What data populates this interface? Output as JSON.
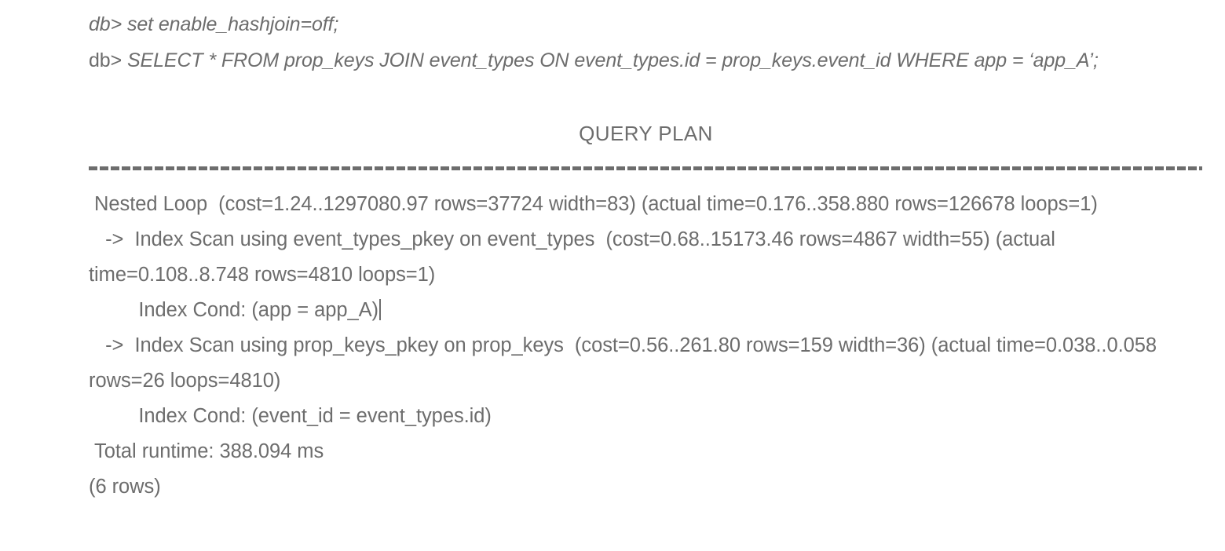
{
  "terminal": {
    "text_color": "#6d6d6d",
    "background_color": "#ffffff",
    "input_lines": [
      {
        "prompt": "db> ",
        "command": "set enable_hashjoin=off;"
      },
      {
        "prompt": "db> ",
        "command": "SELECT * FROM prop_keys JOIN event_types ON event_types.id = prop_keys.event_id WHERE app = ‘app_A’;"
      }
    ],
    "result": {
      "header": "QUERY PLAN",
      "separator": "------------------------------------------------------------------------------------------------------------------------",
      "plan_lines": [
        " Nested Loop  (cost=1.24..1297080.97 rows=37724 width=83) (actual time=0.176..358.880 rows=126678 loops=1)",
        "   ->  Index Scan using event_types_pkey on event_types  (cost=0.68..15173.46 rows=4867 width=55) (actual time=0.108..8.748 rows=4810 loops=1)",
        "         Index Cond: (app = app_A)",
        "   ->  Index Scan using prop_keys_pkey on prop_keys  (cost=0.56..261.80 rows=159 width=36) (actual time=0.038..0.058 rows=26 loops=4810)",
        "         Index Cond: (event_id = event_types.id)",
        " Total runtime: 388.094 ms",
        "(6 rows)"
      ],
      "cursor_after_line_index": 2,
      "row_count_label": "(6 rows)",
      "total_runtime_ms": "388.094"
    }
  }
}
